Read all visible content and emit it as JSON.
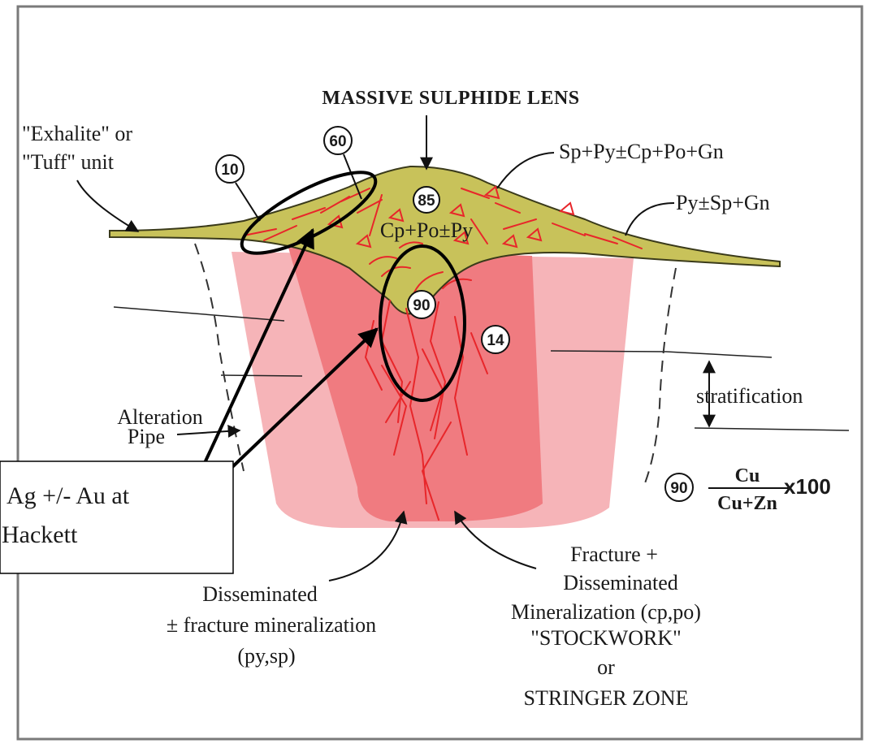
{
  "diagram": {
    "title": "MASSIVE SULPHIDE LENS",
    "labels": {
      "exhalite_line1": "\"Exhalite\" or",
      "exhalite_line2": "\"Tuff\" unit",
      "upper_mineral": "Sp+Py±Cp+Po+Gn",
      "flank_mineral": "Py±Sp+Gn",
      "core_mineral": "Cp+Po±Py",
      "alteration_line1": "Alteration",
      "alteration_line2": "Pipe",
      "stratification": "stratification",
      "disseminated_line1": "Disseminated",
      "disseminated_line2": "± fracture mineralization",
      "disseminated_line3": "(py,sp)",
      "stockwork_line1": "Fracture +",
      "stockwork_line2": "Disseminated",
      "stockwork_line3": "Mineralization (cp,po)",
      "stockwork_line4": "\"STOCKWORK\"",
      "stockwork_line5": "or",
      "stockwork_line6": "STRINGER ZONE"
    },
    "ratio_markers": [
      "10",
      "60",
      "85",
      "90",
      "14"
    ],
    "legend": {
      "marker": "90",
      "numerator": "Cu",
      "denominator": "Cu+Zn",
      "multiplier": "x100"
    },
    "callout": {
      "line1": "Ag +/- Au at",
      "line2": "Hackett"
    },
    "colors": {
      "outer_alteration": "#f6b4b8",
      "inner_alteration": "#f07b80",
      "sulphide_lens": "#c8c25a",
      "veins": "#e8262a",
      "annotation": "#000000"
    }
  }
}
